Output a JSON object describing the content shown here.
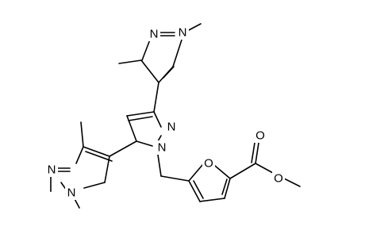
{
  "structure": {
    "atoms": {
      "n_top_methyl": "N",
      "n_top": "N",
      "n_mid_1": "N",
      "n_mid_2": "N",
      "n_bottom_1": "N",
      "n_bottom_methyl": "N",
      "o_furan": "O",
      "o_carbonyl": "O",
      "o_ester": "O"
    },
    "colors": {
      "bond": "#000000",
      "label": "#000000",
      "background": "#ffffff"
    }
  }
}
